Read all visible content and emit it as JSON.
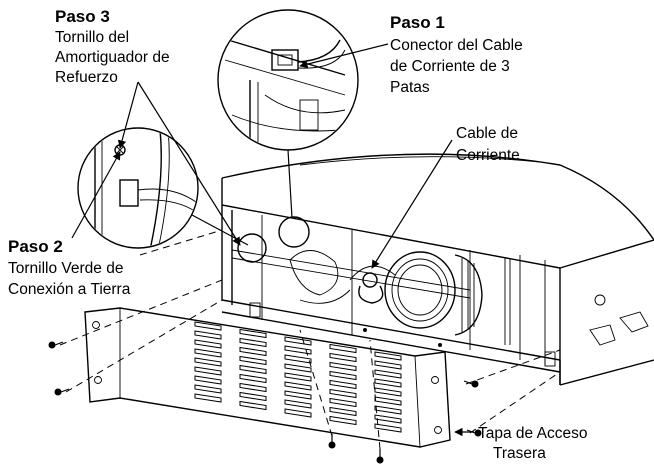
{
  "callouts": {
    "step3": {
      "title": "Paso 3",
      "lines": [
        "Tornillo del",
        "Amortiguador de",
        "Refuerzo"
      ]
    },
    "step1": {
      "title": "Paso 1",
      "lines": [
        "Conector del Cable",
        "de Corriente de 3",
        "Patas"
      ]
    },
    "power_cable": {
      "lines": [
        "Cable de",
        "Corriente"
      ]
    },
    "step2": {
      "title": "Paso 2",
      "lines": [
        "Tornillo Verde de",
        "Conexión a Tierra"
      ]
    },
    "rear_cover": {
      "lines": [
        "Tapa de Acceso",
        "Trasera"
      ]
    }
  }
}
